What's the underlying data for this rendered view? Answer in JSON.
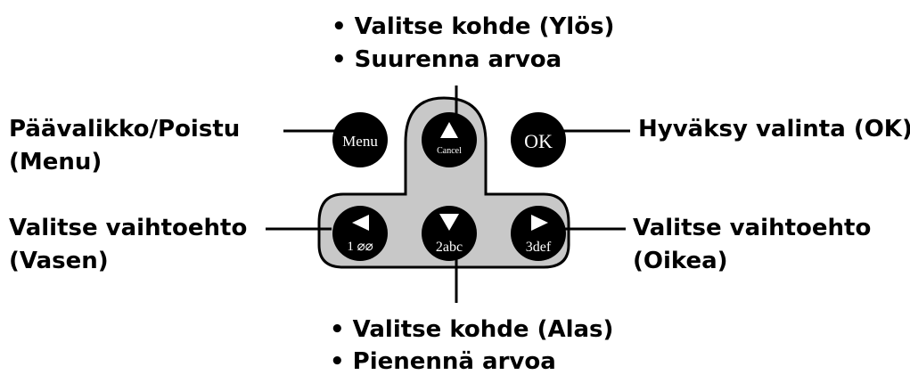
{
  "labels": {
    "up": [
      "• Valitse kohde (Ylös)",
      "• Suurenna arvoa"
    ],
    "menu": [
      "Päävalikko/Poistu",
      "(Menu)"
    ],
    "ok": [
      "Hyväksy valinta (OK)"
    ],
    "left": [
      "Valitse vaihtoehto",
      "(Vasen)"
    ],
    "right": [
      "Valitse vaihtoehto",
      "(Oikea)"
    ],
    "down": [
      "• Valitse kohde (Alas)",
      "• Pienennä arvoa"
    ]
  },
  "keys": {
    "menu": "Menu",
    "ok": "OK",
    "up_sub": "Cancel",
    "left_sub": "1 ⌀⌀",
    "down_sub": "2abc",
    "right_sub": "3def"
  },
  "colors": {
    "key_fill": "#000000",
    "pad_fill": "#c8c8c8",
    "pad_stroke": "#000000",
    "text": "#000000"
  },
  "icons": {
    "up_key": "triangle-up-icon",
    "left_key": "triangle-left-icon",
    "down_key": "triangle-down-icon",
    "right_key": "triangle-right-icon"
  }
}
